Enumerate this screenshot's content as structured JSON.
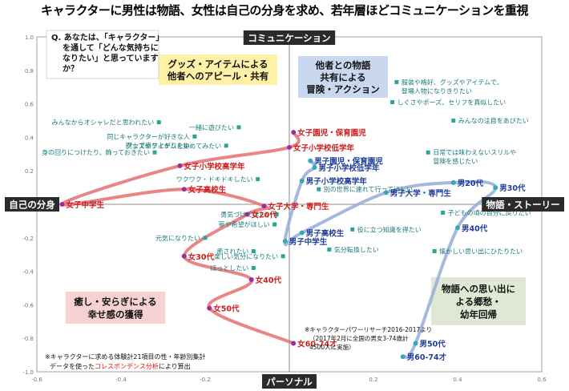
{
  "title": "キャラクターに男性は物語、女性は自己の分身を求め、若年層ほどコミュニケーションを重視",
  "question": [
    "Q. あなたは、「キャラクター」",
    "を通して「どんな気持ちに",
    "なりたい」と思っています",
    "か？"
  ],
  "axis_labels": {
    "top": "コミュニケーション",
    "bottom": "パーソナル",
    "left": "自己の分身",
    "right": "物語・ストーリー"
  },
  "boxes": [
    {
      "lines": [
        "グッズ・アイテムによる",
        "他者へのアピール・共有"
      ]
    },
    {
      "lines": [
        "他者との物語",
        "共有による",
        "冒険・アクション"
      ]
    },
    {
      "lines": [
        "癒し・安らぎによる",
        "幸せ感の獲得"
      ]
    },
    {
      "lines": [
        "物語への思い出に",
        "よる郷愁・",
        "幼年回帰"
      ]
    }
  ],
  "source_note": [
    "※キャラクターパワーリサーチ2016-2017より",
    "（2017年2月に全国の男女3-74歳計",
    "4500人に実施）"
  ],
  "method_note": {
    "line1": "※キャラクターに求める体験計21項目の性・年齢別集計",
    "line2_a": "データを使った",
    "line2_b": "コレスポンデンス分析",
    "line2_c": "により算出"
  },
  "colors": {
    "female": "#cc1f1f",
    "male": "#1f3d99",
    "female_path": "#e8787a",
    "male_path": "#9bb0dd",
    "item": "#2aa596",
    "item_text": "#1a7a78",
    "box_yellow": "#fff2a8",
    "box_blue": "#c9d8ee",
    "box_pink": "#f8d2d2",
    "box_green": "#dfe8d2"
  },
  "chart_data": {
    "type": "scatter",
    "xlim": [
      -0.6,
      0.6
    ],
    "ylim": [
      -1.0,
      1.0
    ],
    "x_ticks": [
      "-0.6",
      "-0.4",
      "-0.2",
      "0",
      "0.2",
      "0.4",
      "0.6"
    ],
    "y_ticks": [
      "1.0",
      "0.8",
      "0.6",
      "0.4",
      "0.2",
      "0",
      "-0.2",
      "-0.4",
      "-0.6",
      "-0.8",
      "-1.0"
    ],
    "items": [
      {
        "label": "服装や格好、グッズやアイテムで、",
        "label2": "登場人物になりきりたい",
        "x": 0.255,
        "y": 0.73
      },
      {
        "label": "しぐさやポーズ、セリフを真似したい",
        "x": 0.245,
        "y": 0.61
      },
      {
        "label": "みんなの注目をあびたい",
        "x": 0.39,
        "y": 0.5
      },
      {
        "label": "一緒に遊びたい",
        "x": -0.12,
        "y": 0.46
      },
      {
        "label": "みんなからオシャレだと思われたい",
        "x": -0.31,
        "y": 0.49
      },
      {
        "label": "同じキャラクターが好きな人",
        "label2": "同士で盛り上がりたい",
        "x": -0.225,
        "y": 0.405
      },
      {
        "label": "グッズやアイテムを集めてみたい",
        "x": -0.15,
        "y": 0.35
      },
      {
        "label": "身の回りにつけたり、飾っておきたい",
        "x": -0.32,
        "y": 0.31
      },
      {
        "label": "ワクワク・ドキドキしたい",
        "x": -0.075,
        "y": 0.15
      },
      {
        "label": "別の世界に連れて行ってほしい",
        "x": 0.07,
        "y": 0.09
      },
      {
        "label": "日常では味わえないスリルや",
        "label2": "冒険を感じたい",
        "x": 0.33,
        "y": 0.31
      },
      {
        "label": "子どもの頃の自分に戻りたい",
        "x": 0.365,
        "y": -0.05
      },
      {
        "label": "勇気づけてほしい",
        "x": -0.03,
        "y": -0.06
      },
      {
        "label": "夢や希望がほしい",
        "x": -0.035,
        "y": -0.12
      },
      {
        "label": "役に立つ知識を得たい",
        "x": 0.15,
        "y": -0.15
      },
      {
        "label": "元気になりたい",
        "x": -0.2,
        "y": -0.2
      },
      {
        "label": "気分転換したい",
        "x": 0.095,
        "y": -0.27
      },
      {
        "label": "癒されたい",
        "x": -0.085,
        "y": -0.28
      },
      {
        "label": "楽しい気分になりたい",
        "x": -0.015,
        "y": -0.31
      },
      {
        "label": "ほっとしたい",
        "x": -0.085,
        "y": -0.38
      },
      {
        "label": "懐かしい思い出にひたりたい",
        "x": 0.345,
        "y": -0.28
      }
    ],
    "female": [
      {
        "label": "女子園児・保育園児",
        "x": 0.01,
        "y": 0.43
      },
      {
        "label": "女子小学校低学年",
        "x": 0.0,
        "y": 0.34
      },
      {
        "label": "女子小学校高学年",
        "x": -0.26,
        "y": 0.23
      },
      {
        "label": "女子高校生",
        "x": -0.25,
        "y": 0.09
      },
      {
        "label": "女子中学生",
        "x": -0.54,
        "y": 0.0
      },
      {
        "label": "女子大学・専門生",
        "x": -0.06,
        "y": -0.01
      },
      {
        "label": "女20代",
        "x": -0.1,
        "y": -0.06
      },
      {
        "label": "女30代",
        "x": -0.25,
        "y": -0.31
      },
      {
        "label": "女40代",
        "x": -0.09,
        "y": -0.45
      },
      {
        "label": "女50代",
        "x": -0.19,
        "y": -0.62
      },
      {
        "label": "女60-74才",
        "x": 0.01,
        "y": -0.83
      }
    ],
    "male": [
      {
        "label": "男子園児・保育園児",
        "x": 0.05,
        "y": 0.26
      },
      {
        "label": "男子小学校低学年",
        "x": 0.06,
        "y": 0.22
      },
      {
        "label": "男子小学校高学年",
        "x": 0.03,
        "y": 0.14
      },
      {
        "label": "男子大学・専門生",
        "x": 0.23,
        "y": 0.07
      },
      {
        "label": "男20代",
        "x": 0.39,
        "y": 0.13
      },
      {
        "label": "男30代",
        "x": 0.49,
        "y": 0.1
      },
      {
        "label": "男40代",
        "x": 0.4,
        "y": -0.14
      },
      {
        "label": "男子高校生",
        "x": 0.03,
        "y": -0.17
      },
      {
        "label": "男子中学生",
        "x": -0.01,
        "y": -0.22
      },
      {
        "label": "男50代",
        "x": 0.3,
        "y": -0.83
      },
      {
        "label": "男60-74才",
        "x": 0.27,
        "y": -0.91
      }
    ],
    "female_path": [
      "女子園児・保育園児",
      "女子小学校低学年",
      "女子小学校高学年",
      "女子中学生",
      "女子高校生",
      "女子大学・専門生",
      "女20代",
      "女30代",
      "女40代",
      "女50代",
      "女60-74才"
    ],
    "male_path": [
      "男子園児・保育園児",
      "男子小学校低学年",
      "男子小学校高学年",
      "男子中学生",
      "男子高校生",
      "男子大学・専門生",
      "男20代",
      "男30代",
      "男40代",
      "男50代",
      "男60-74才"
    ]
  }
}
